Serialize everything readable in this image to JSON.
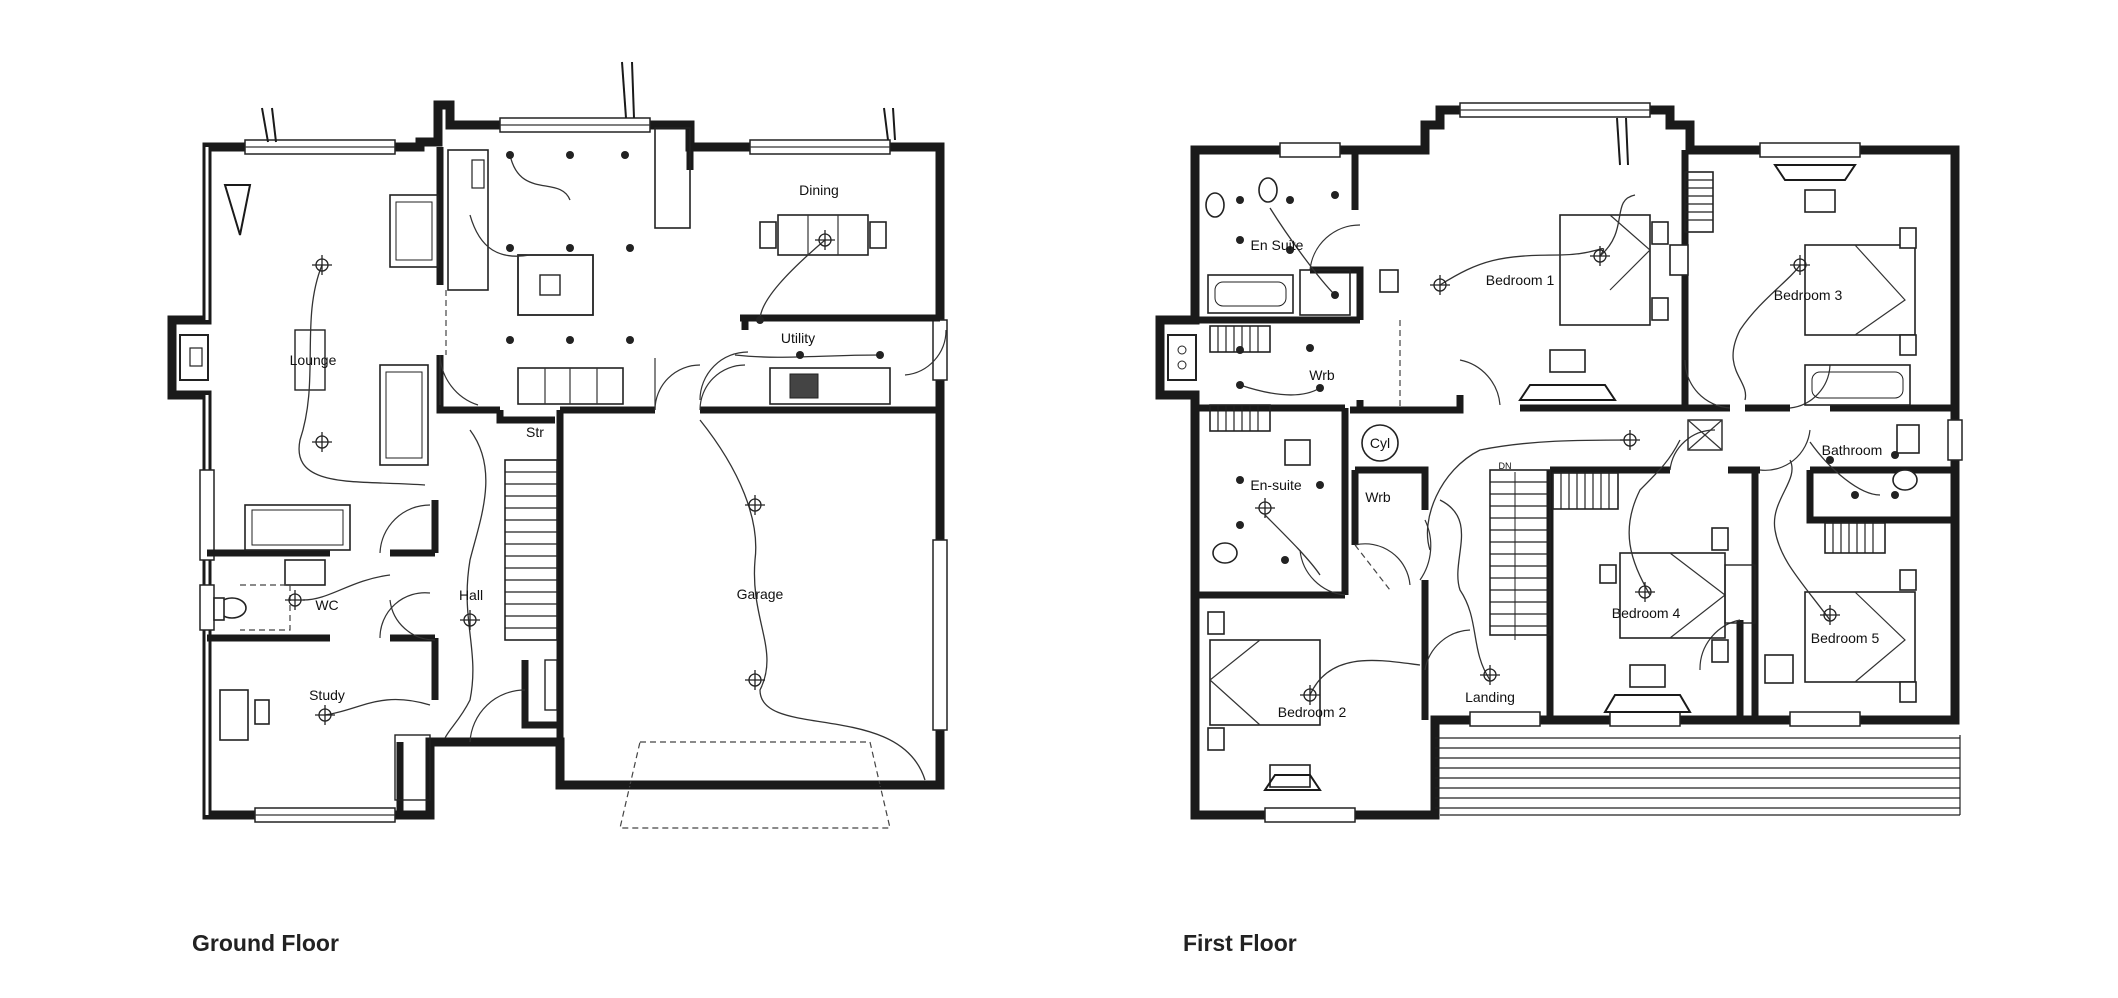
{
  "floors": [
    {
      "title": "Ground Floor",
      "rooms": {
        "dining": "Dining",
        "lounge": "Lounge",
        "utility": "Utility",
        "str": "Str",
        "garage": "Garage",
        "wc": "WC",
        "hall": "Hall",
        "study": "Study"
      }
    },
    {
      "title": "First Floor",
      "rooms": {
        "en_suite_1": "En Suite",
        "bedroom_1": "Bedroom 1",
        "bedroom_3": "Bedroom 3",
        "wrb_1": "Wrb",
        "cyl": "Cyl",
        "bathroom": "Bathroom",
        "en_suite_2": "En-suite",
        "wrb_2": "Wrb",
        "bedroom_4": "Bedroom 4",
        "bedroom_5": "Bedroom 5",
        "landing": "Landing",
        "bedroom_2": "Bedroom 2",
        "stair_dn": "DN"
      }
    }
  ]
}
